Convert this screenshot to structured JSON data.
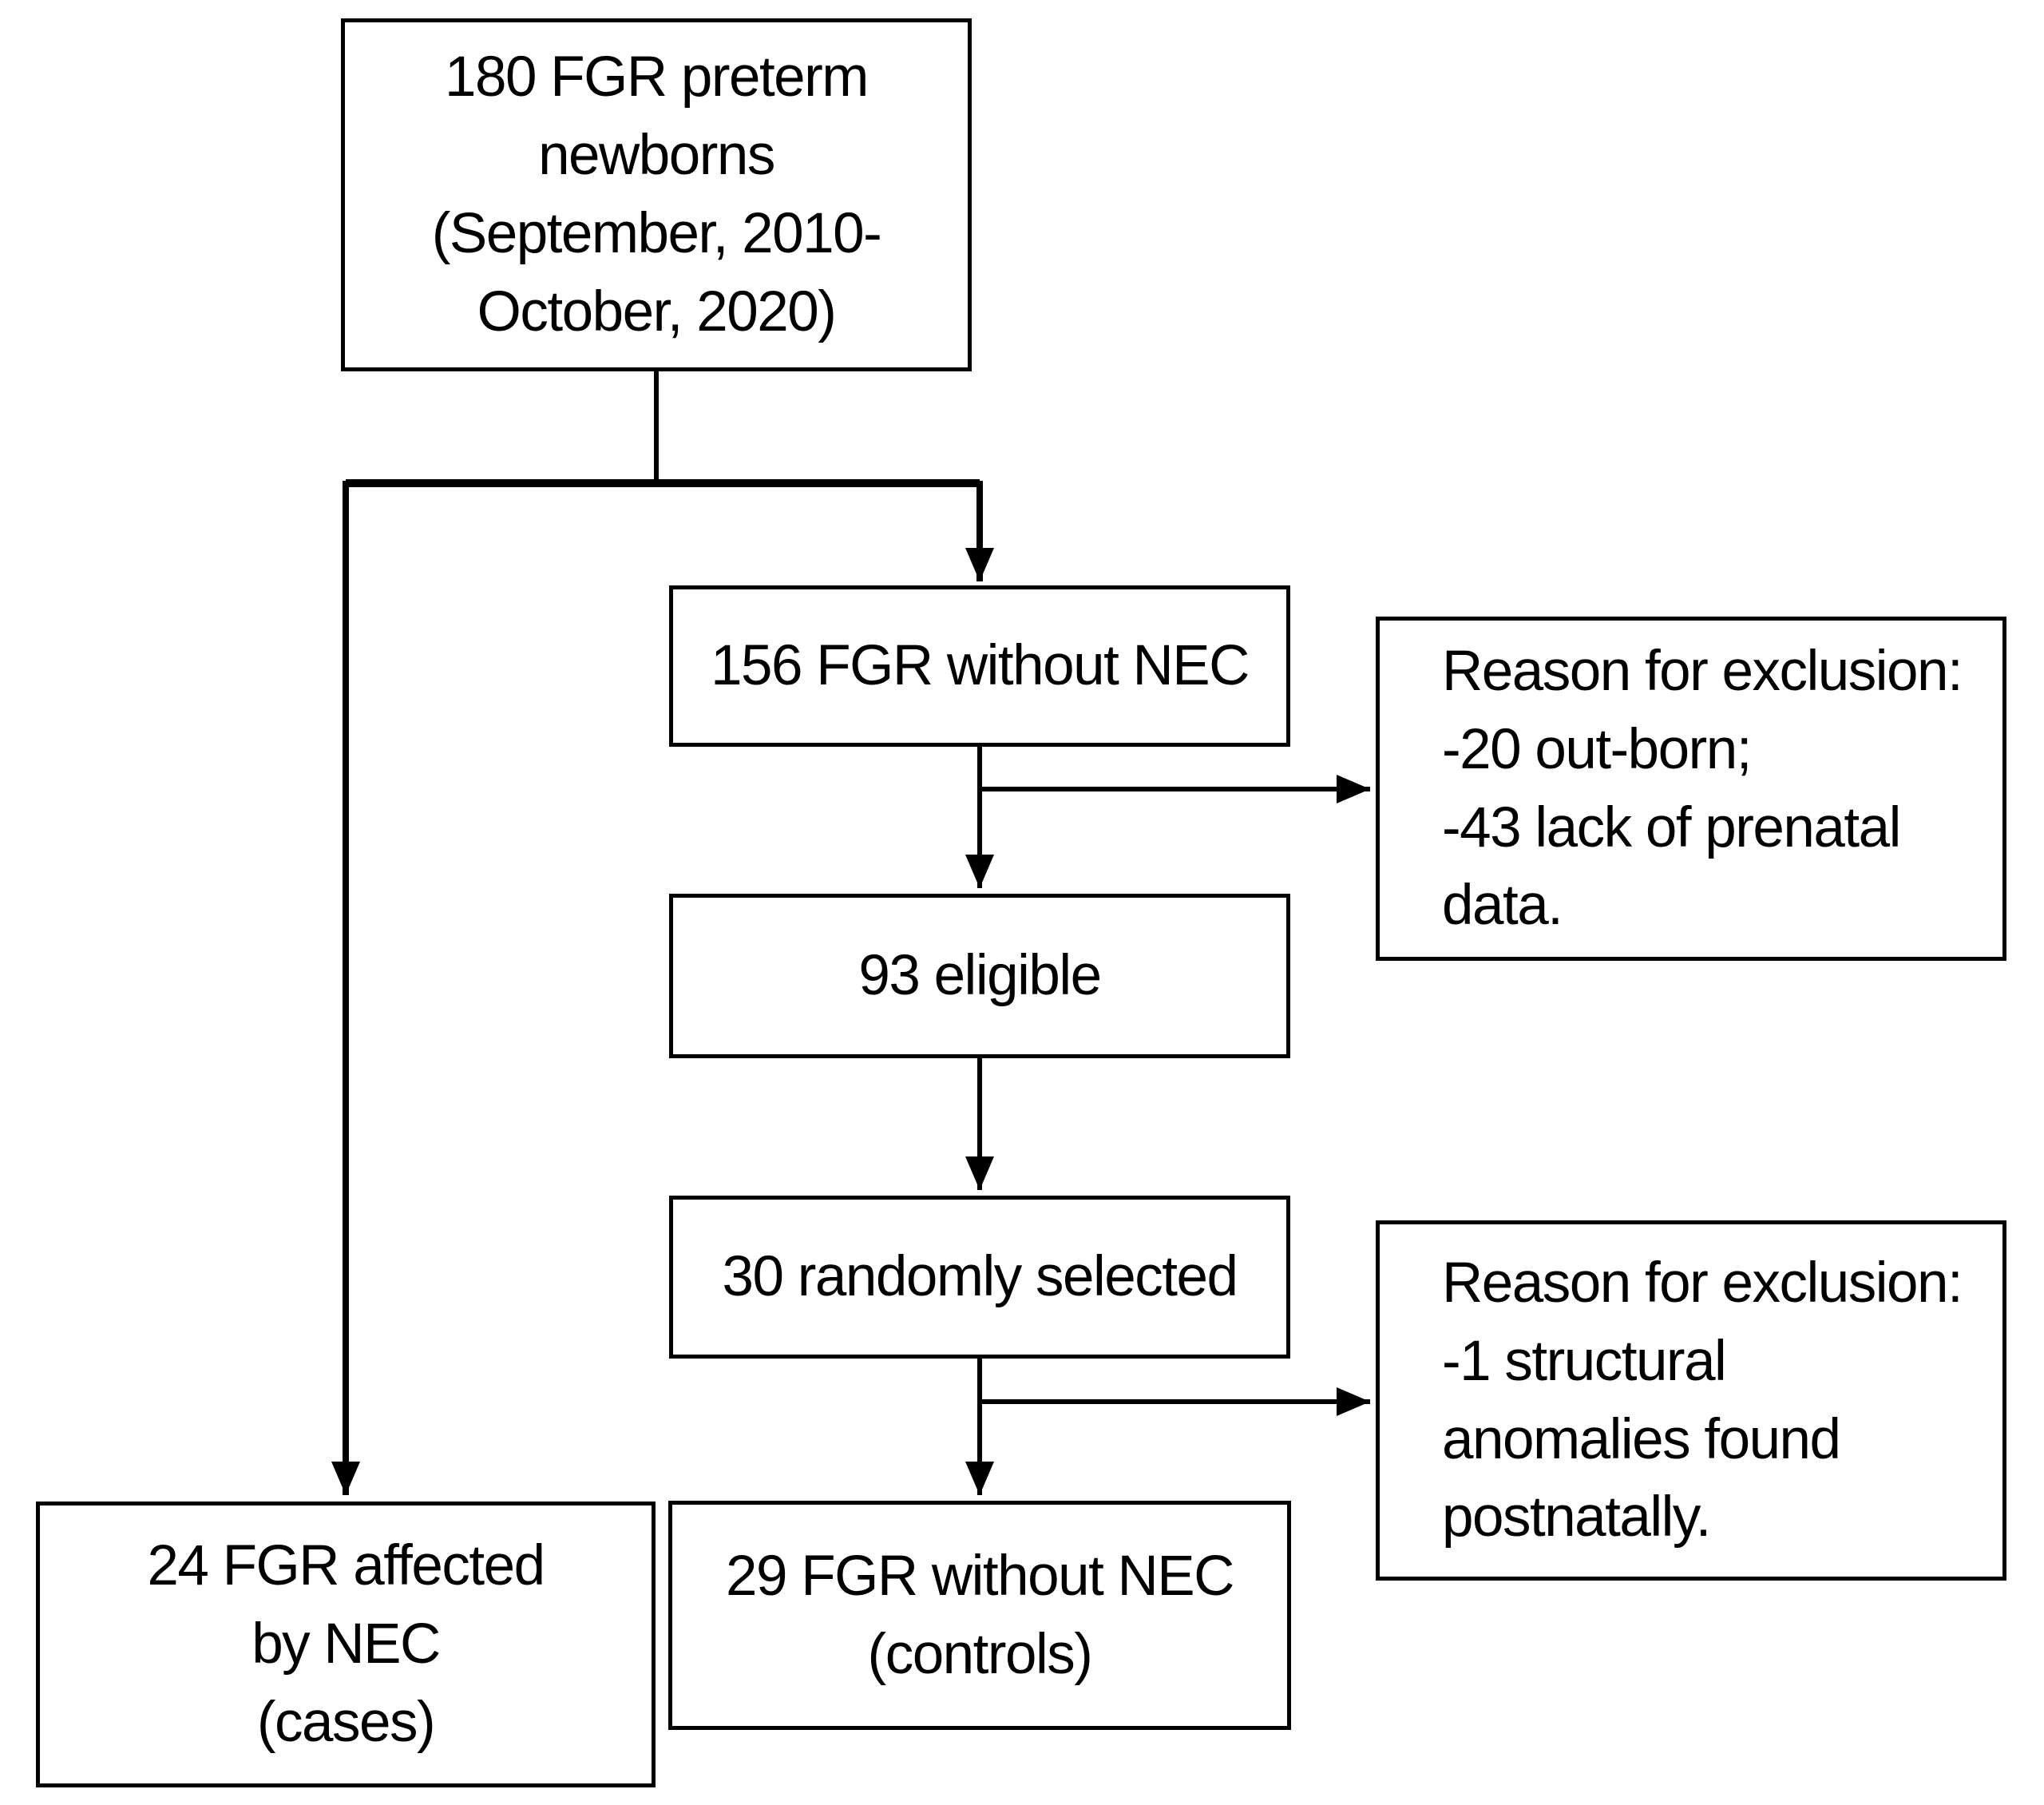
{
  "figure": {
    "background_color": "#ffffff",
    "line_color": "#000000",
    "nodes": {
      "total": {
        "lines": [
          "180 FGR preterm",
          "newborns",
          "(September, 2010-",
          "October, 2020)"
        ]
      },
      "no_nec_156": {
        "text": "156 FGR without NEC"
      },
      "eligible_93": {
        "text": "93 eligible"
      },
      "random_30": {
        "text": "30 randomly selected"
      },
      "cases_24": {
        "lines": [
          "24 FGR affected",
          "by NEC",
          "(cases)"
        ]
      },
      "controls_29": {
        "lines": [
          "29 FGR without NEC",
          "(controls)"
        ]
      },
      "exclusion_note_1": {
        "lines": [
          "Reason for exclusion:",
          "-20 out-born;",
          "-43 lack of prenatal",
          "data."
        ]
      },
      "exclusion_note_2": {
        "lines": [
          "Reason for exclusion:",
          "-1 structural",
          "anomalies found",
          "postnatally."
        ]
      }
    }
  }
}
